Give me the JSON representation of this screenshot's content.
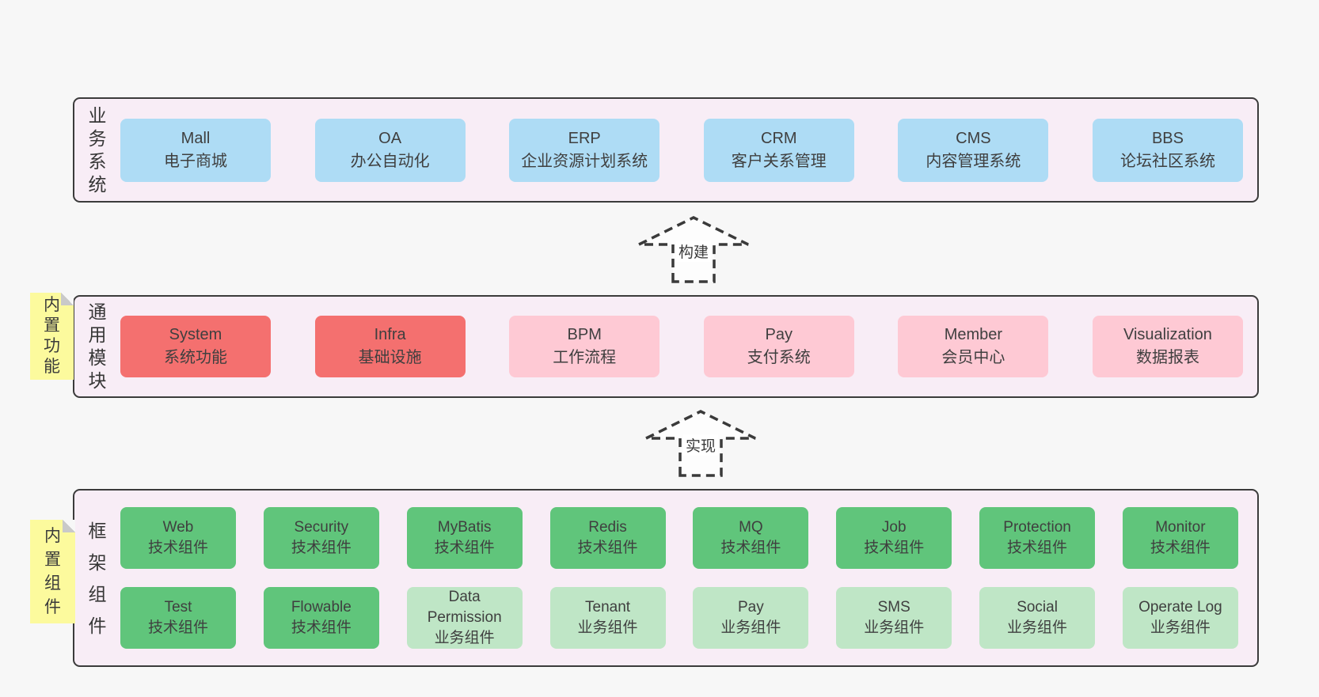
{
  "page": {
    "background": "#f7f7f7"
  },
  "colors": {
    "container_bg": "#f8edf6",
    "container_border": "#3b3b3b",
    "blue": "#aedcf5",
    "red": "#f4706f",
    "pink": "#fec9d4",
    "green": "#60c57b",
    "light_green": "#bfe6c6",
    "sticky_yellow": "#fcfa9d",
    "fold_gray": "#c9c9c9",
    "text": "#3f3f3f"
  },
  "layers": [
    {
      "name": "business-systems",
      "label": "业务系统",
      "rows": [
        [
          {
            "title": "Mall",
            "subtitle": "电子商城",
            "color": "blue"
          },
          {
            "title": "OA",
            "subtitle": "办公自动化",
            "color": "blue"
          },
          {
            "title": "ERP",
            "subtitle": "企业资源计划系统",
            "color": "blue"
          },
          {
            "title": "CRM",
            "subtitle": "客户关系管理",
            "color": "blue"
          },
          {
            "title": "CMS",
            "subtitle": "内容管理系统",
            "color": "blue"
          },
          {
            "title": "BBS",
            "subtitle": "论坛社区系统",
            "color": "blue"
          }
        ]
      ]
    },
    {
      "name": "common-modules",
      "label": "通用模块",
      "sticky": "内置功能",
      "rows": [
        [
          {
            "title": "System",
            "subtitle": "系统功能",
            "color": "red"
          },
          {
            "title": "Infra",
            "subtitle": "基础设施",
            "color": "red"
          },
          {
            "title": "BPM",
            "subtitle": "工作流程",
            "color": "pink"
          },
          {
            "title": "Pay",
            "subtitle": "支付系统",
            "color": "pink"
          },
          {
            "title": "Member",
            "subtitle": "会员中心",
            "color": "pink"
          },
          {
            "title": "Visualization",
            "subtitle": "数据报表",
            "color": "pink"
          }
        ]
      ]
    },
    {
      "name": "framework-components",
      "label": "框架组件",
      "sticky": "内置组件",
      "rows": [
        [
          {
            "title": "Web",
            "subtitle": "技术组件",
            "color": "green"
          },
          {
            "title": "Security",
            "subtitle": "技术组件",
            "color": "green"
          },
          {
            "title": "MyBatis",
            "subtitle": "技术组件",
            "color": "green"
          },
          {
            "title": "Redis",
            "subtitle": "技术组件",
            "color": "green"
          },
          {
            "title": "MQ",
            "subtitle": "技术组件",
            "color": "green"
          },
          {
            "title": "Job",
            "subtitle": "技术组件",
            "color": "green"
          },
          {
            "title": "Protection",
            "subtitle": "技术组件",
            "color": "green"
          },
          {
            "title": "Monitor",
            "subtitle": "技术组件",
            "color": "green"
          }
        ],
        [
          {
            "title": "Test",
            "subtitle": "技术组件",
            "color": "green"
          },
          {
            "title": "Flowable",
            "subtitle": "技术组件",
            "color": "green"
          },
          {
            "title": "Data Permission",
            "subtitle": "业务组件",
            "color": "lightgreen"
          },
          {
            "title": "Tenant",
            "subtitle": "业务组件",
            "color": "lightgreen"
          },
          {
            "title": "Pay",
            "subtitle": "业务组件",
            "color": "lightgreen"
          },
          {
            "title": "SMS",
            "subtitle": "业务组件",
            "color": "lightgreen"
          },
          {
            "title": "Social",
            "subtitle": "业务组件",
            "color": "lightgreen"
          },
          {
            "title": "Operate Log",
            "subtitle": "业务组件",
            "color": "lightgreen"
          }
        ]
      ]
    }
  ],
  "arrows": [
    {
      "label": "构建"
    },
    {
      "label": "实现"
    }
  ]
}
